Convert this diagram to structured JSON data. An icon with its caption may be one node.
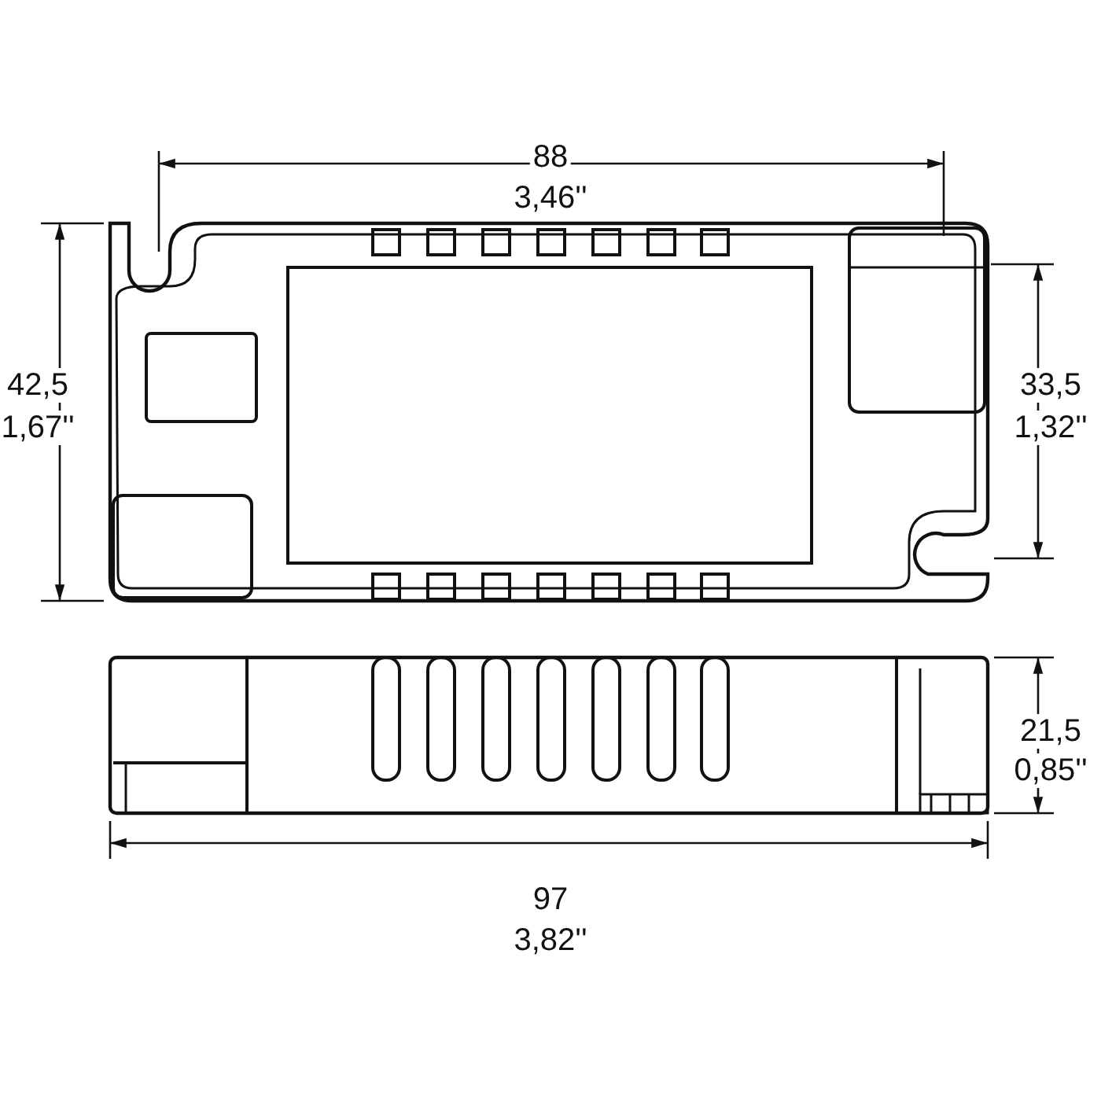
{
  "diagram": {
    "labels": [
      "88",
      "3,46''",
      "42,5",
      "1,67''",
      "33,5",
      "1,32''",
      "21,5",
      "0,85''",
      "97",
      "3,82''"
    ]
  }
}
